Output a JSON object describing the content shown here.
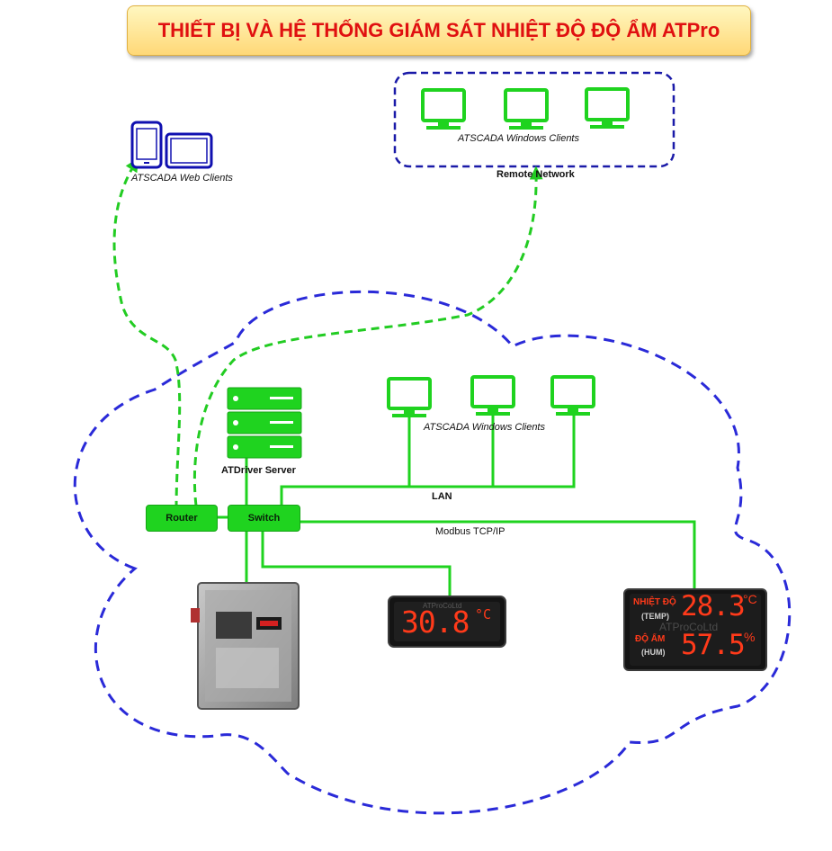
{
  "title": "THIẾT BỊ VÀ HỆ THỐNG GIÁM SÁT NHIỆT ĐỘ ĐỘ ẨM ATPro",
  "labels": {
    "web_clients": "ATSCADA Web Clients",
    "remote_windows_clients": "ATSCADA Windows Clients",
    "remote_network": "Remote Network",
    "lan_windows_clients": "ATSCADA Windows Clients",
    "server": "ATDriver Server",
    "lan": "LAN",
    "modbus": "Modbus TCP/IP"
  },
  "nodes": {
    "router": "Router",
    "switch": "Switch"
  },
  "display_single": {
    "value": "30.8",
    "unit": "°C",
    "watermark": "ATProCoLtd"
  },
  "display_dual": {
    "temp_label": "NHIỆT ĐỘ",
    "temp_sub": "(TEMP)",
    "temp_value": "28.3",
    "temp_unit": "°C",
    "hum_label": "ĐỘ ẨM",
    "hum_sub": "(HUM)",
    "hum_value": "57.5",
    "hum_unit": "%",
    "watermark": "ATProCoLtd"
  },
  "colors": {
    "title_text": "#e01010",
    "network_green": "#1fd31f",
    "dashed_blue": "#2a2ad8",
    "dashed_green": "#22cc22",
    "led_red": "#ff3a1a",
    "device_blue": "#1010b0"
  }
}
